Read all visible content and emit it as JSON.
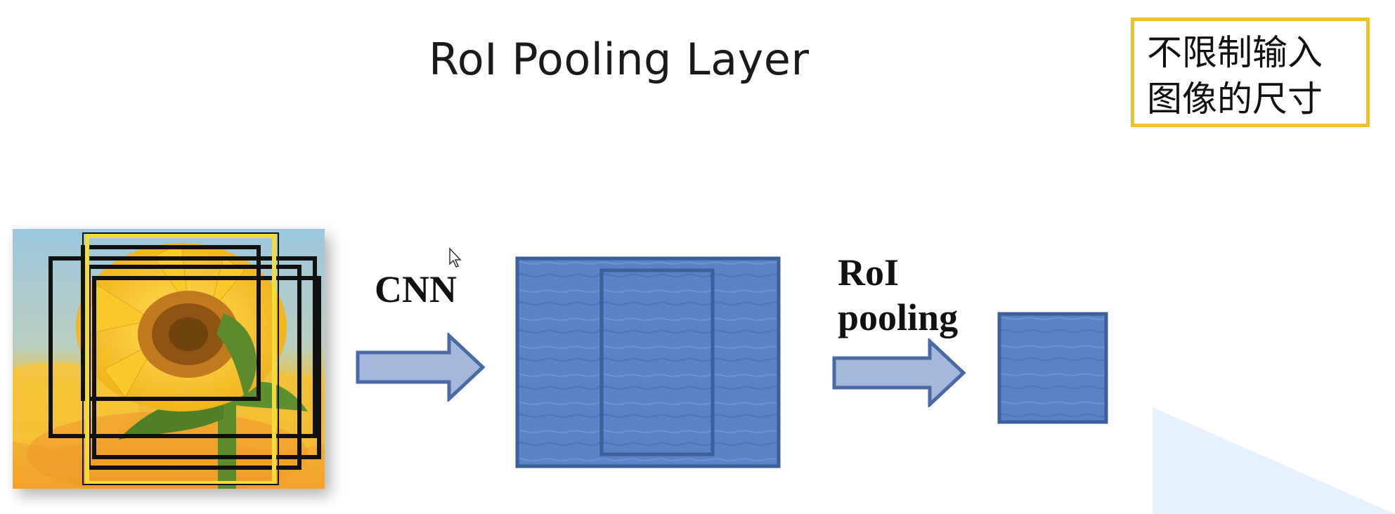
{
  "slide": {
    "title": "RoI Pooling Layer",
    "note_lines": [
      "不限制输入",
      "图像的尺寸"
    ],
    "cnn_label": "CNN",
    "roi_label_line1": "RoI",
    "roi_label_line2": "pooling"
  },
  "colors": {
    "note_border": "#f2c12e",
    "feature_map_fill": "#5b82c4",
    "feature_map_stroke": "#3d5f99",
    "arrow_fill": "#a4b8dc",
    "arrow_stroke": "#4a6aa5",
    "proposal_box": "#111111",
    "selected_box": "#f2dc3a"
  },
  "icons": {
    "cursor": "mouse-pointer-icon"
  }
}
